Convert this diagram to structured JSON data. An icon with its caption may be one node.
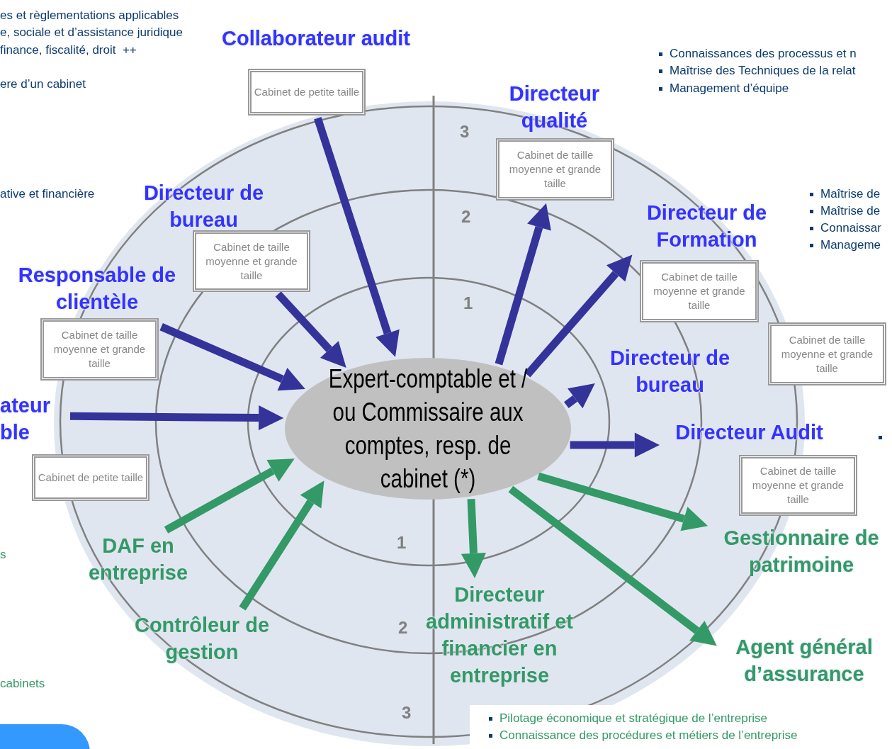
{
  "diagram": {
    "nodes": [
      {
        "text": [
          "Expert-comptable et / ou Commissaire aux comptes, resp. de cabinet (*)"
        ]
      },
      {
        "text": [
          "Collaborateur audit"
        ]
      },
      {
        "text": [
          "Directeur qualité"
        ]
      },
      {
        "text": [
          "Directeur de bureau"
        ]
      },
      {
        "text": [
          "Directeur de Formation"
        ]
      },
      {
        "text": [
          "Responsable de clientèle"
        ]
      },
      {
        "text": [
          "ateur ble"
        ]
      },
      {
        "text": [
          "Directeur de bureau"
        ]
      },
      {
        "text": [
          "Directeur Audit"
        ]
      },
      {
        "text": [
          "DAF en entreprise"
        ]
      },
      {
        "text": [
          "Contrôleur de gestion"
        ]
      },
      {
        "text": [
          "Directeur administratif et financier en entreprise"
        ]
      },
      {
        "text": [
          "Gestionnaire de patrimoine"
        ]
      },
      {
        "text": [
          "Agent général d’assurance"
        ]
      },
      {
        "text": [
          "Cabinet de petite taille"
        ]
      },
      {
        "text": [
          "Cabinet de taille moyenne et grande taille"
        ]
      },
      {
        "text": [
          "Cabinet de taille moyenne et grande taille"
        ]
      },
      {
        "text": [
          "Cabinet de taille moyenne et grande taille"
        ]
      },
      {
        "text": [
          "Cabinet de taille moyenne et grande taille"
        ]
      },
      {
        "text": [
          "Cabinet de taille moyenne et grande taille"
        ]
      },
      {
        "text": [
          "Cabinet de petite taille"
        ]
      },
      {
        "text": [
          "Cabinet de taille moyenne et grande taille"
        ]
      },
      {
        "text": [],
        "shape": "box"
      }
    ],
    "edges": [
      {
        "from": 14,
        "to": 0,
        "arrow": "to"
      },
      {
        "from": 16,
        "to": 0,
        "arrow": "to"
      },
      {
        "from": 18,
        "to": 0,
        "arrow": "to"
      },
      {
        "from": 6,
        "to": 0,
        "arrow": "to"
      },
      {
        "from": 0,
        "to": 15,
        "arrow": "to"
      },
      {
        "from": 0,
        "to": 4,
        "arrow": "to"
      },
      {
        "from": 0,
        "to": 7,
        "arrow": "to"
      },
      {
        "from": 0,
        "to": 8,
        "arrow": "to"
      },
      {
        "from": 9,
        "to": 0,
        "arrow": "to",
        "color": "#339966"
      },
      {
        "from": 10,
        "to": 0,
        "arrow": "to",
        "color": "#339966"
      },
      {
        "from": 0,
        "to": 11,
        "arrow": "to",
        "color": "#339966"
      },
      {
        "from": 0,
        "to": 12,
        "arrow": "to",
        "color": "#339966"
      },
      {
        "from": 0,
        "to": 13,
        "arrow": "to",
        "color": "#339966"
      }
    ],
    "labels": [
      "es et règlementations applicables",
      "e, sociale et d’assistance juridique",
      "finance, fiscalité, droit  ++",
      "ere d’un cabinet",
      "ative et financière",
      "Connaissances des processus et n",
      "Maîtrise des Techniques de la relat",
      "Management d’équipe",
      "Maîtrise de",
      "Maîtrise de",
      "Connaissar",
      "Manageme",
      "3",
      "2",
      "1",
      "1",
      "2",
      "3",
      "s",
      "cabinets",
      "Pilotage économique et stratégique de l’entreprise",
      "Connaissance des procédures et métiers de l’entreprise"
    ]
  }
}
